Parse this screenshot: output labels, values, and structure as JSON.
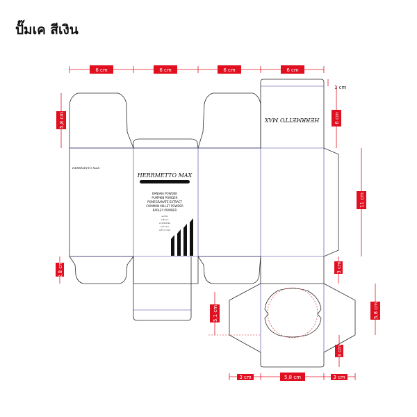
{
  "title": "ปั๊มเค สีเงิน",
  "dimensions": {
    "top_widths": [
      "6 cm",
      "6 cm",
      "6 cm",
      "6 cm"
    ],
    "top_flap_margin": "1 cm",
    "left_top_flap_height": "5,8 cm",
    "right_top_flap_height": "6 cm",
    "body_height": "11 cm",
    "left_tuck_height": "2,8 cm",
    "right_lower_tuck_height": "3 cm",
    "bottom_panel_left_height": "5,1 cm",
    "bottom_panel_right_height": "5,8 cm",
    "bottom_tab_height": "3 cm",
    "bottom_widths": [
      "3 cm",
      "5,8 cm",
      "3 cm"
    ]
  },
  "front_panel": {
    "brand": "HERRMETTO MAX",
    "ingredients": [
      "BANANA POWDER",
      "PUMPKIN POWDER",
      "POMEGRANATE EXTRACT",
      "COMMON MILLET POWDER",
      "BARLEY POWDER"
    ],
    "small_lines": [
      "ผงกล้วย",
      "ผงฟักทอง",
      "สารสกัดทับทิม",
      "ผงข้าวฟ่าง",
      "ผงข้าวบาร์เลย์"
    ]
  },
  "side_panel": {
    "label": "HERRMETTO MAX"
  },
  "top_flap": {
    "label": "HERRMETTO MAX"
  },
  "colors": {
    "dimension": "#e01020",
    "cut": "#2a2a2a",
    "fold": "#3a3aa0"
  }
}
